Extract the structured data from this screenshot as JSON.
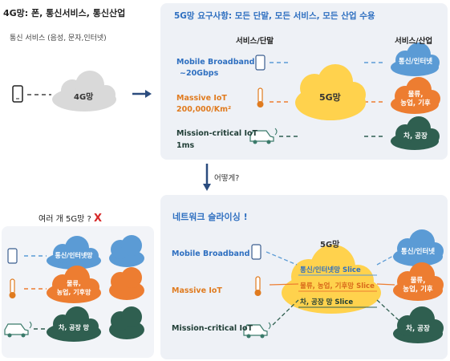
{
  "left_top": {
    "title": "4G망: 폰, 통신서비스, 통신산업",
    "subtitle": "통신 서비스 (음성, 문자,인터넷)",
    "cloud": "4G망"
  },
  "right_top": {
    "title": "5G망 요구사항: 모든 단말, 모든 서비스, 모든 산업 수용",
    "col_device": "서비스/단말",
    "col_industry": "서비스/산업",
    "row1": {
      "name": "Mobile Broadband",
      "value": "~20Gbps"
    },
    "row2": {
      "name": "Massive IoT",
      "value": "200,000/Km²"
    },
    "row3": {
      "name": "Mission-critical IoT",
      "value": "1ms"
    },
    "center_cloud": "5G망",
    "cloud1": "통신/인터넷",
    "cloud2": "물류,\n농업, 기후",
    "cloud3": "차, 공장"
  },
  "arrow_question": "어떻게?",
  "left_bottom": {
    "title": "여러 개 5G망 ?",
    "x_mark": "X",
    "cloud1": "통신/인터넷망",
    "cloud2": "물류,\n농업, 기후망",
    "cloud3": "차, 공장 망"
  },
  "right_bottom": {
    "title": "네트워크 슬라이싱 !",
    "net_label": "5G망",
    "row1": "Mobile Broadband",
    "row2": "Massive IoT",
    "row3": "Mission-critical IoT",
    "slice1": "통신/인터넷망 Slice",
    "slice2": "물류, 농업, 기후망 Slice",
    "slice3": "차, 공장 망 Slice",
    "cloud1": "통신/인터넷",
    "cloud2": "물류,\n농업, 기후",
    "cloud3": "차, 공장"
  },
  "colors": {
    "blue": "#5b9bd5",
    "orange": "#ed7d31",
    "dark": "#2f5f50",
    "yellow": "#ffd24d",
    "grey": "#bfbfbf"
  }
}
